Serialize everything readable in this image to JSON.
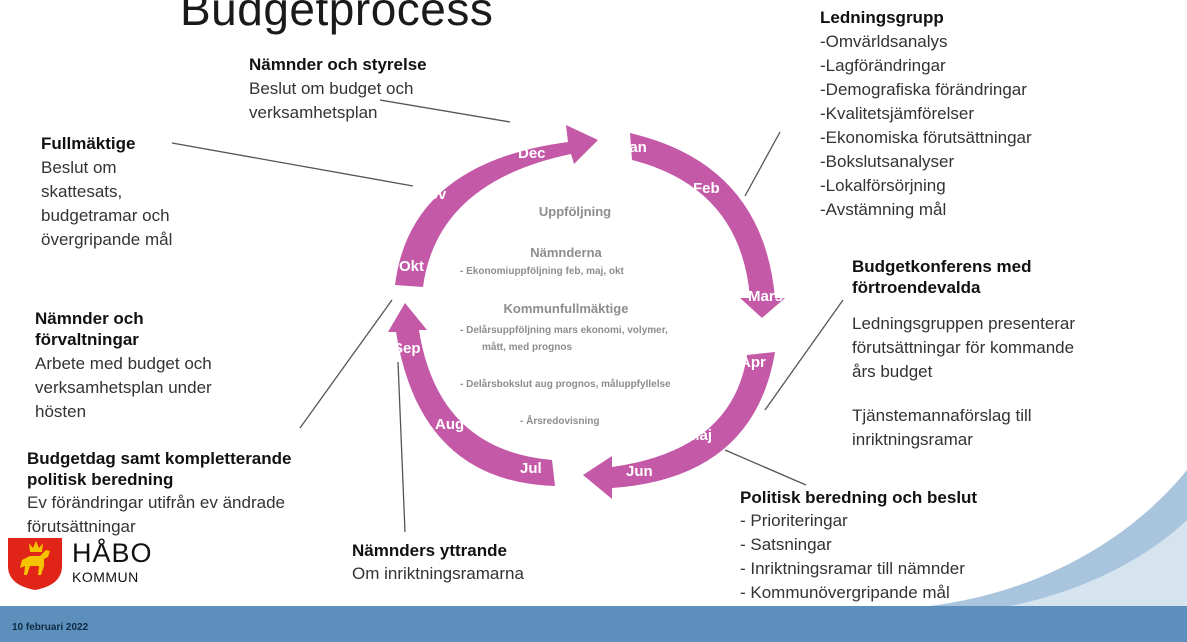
{
  "title": "Budgetprocess",
  "date": "10 februari 2022",
  "logo": {
    "name": "HÅBO",
    "sub": "KOMMUN"
  },
  "months": [
    "Jan",
    "Feb",
    "Mars",
    "Apr",
    "Maj",
    "Jun",
    "Jul",
    "Aug",
    "Sep",
    "Okt",
    "Nov",
    "Dec"
  ],
  "center": {
    "uppfoljning": "Uppföljning",
    "namnderna": "Nämnderna",
    "namnderna_item": "- Ekonomiuppföljning feb, maj, okt",
    "kf": "Kommunfullmäktige",
    "kf_item1a": "- Delårsuppföljning mars ekonomi, volymer,",
    "kf_item1b": "mått, med prognos",
    "kf_item2": "- Delårsbokslut aug prognos, måluppfyllelse",
    "kf_item3": "- Årsredovisning"
  },
  "namnder_styrelse": {
    "heading": "Nämnder och styrelse",
    "line1": "Beslut om budget och",
    "line2": "verksamhetsplan"
  },
  "fullmaktige": {
    "heading": "Fullmäktige",
    "line1": "Beslut om",
    "line2": "skattesats,",
    "line3": "budgetramar och",
    "line4": "övergripande mål"
  },
  "namnder_forvaltningar": {
    "heading1": "Nämnder och",
    "heading2": "förvaltningar",
    "line1": "Arbete med budget och",
    "line2": "verksamhetsplan under",
    "line3": "hösten"
  },
  "budgetdag": {
    "heading1": "Budgetdag samt kompletterande",
    "heading2": "politisk beredning",
    "line1": "Ev förändringar utifrån ev ändrade",
    "line2": "förutsättningar"
  },
  "namnders_yttrande": {
    "heading": "Nämnders yttrande",
    "line1": "Om inriktningsramarna"
  },
  "ledningsgrupp": {
    "heading": "Ledningsgrupp",
    "items": [
      "-Omvärldsanalys",
      "-Lagförändringar",
      "-Demografiska förändringar",
      "-Kvalitetsjämförelser",
      "-Ekonomiska förutsättningar",
      "-Bokslutsanalyser",
      "-Lokalförsörjning",
      "-Avstämning mål"
    ]
  },
  "budgetkonferens": {
    "heading1": "Budgetkonferens med",
    "heading2": "förtroendevalda",
    "line1": "Ledningsgruppen presenterar",
    "line2": "förutsättningar för kommande",
    "line3": "års budget",
    "line4": "Tjänstemannaförslag till",
    "line5": "inriktningsramar"
  },
  "politisk_beredning": {
    "heading": "Politisk beredning och beslut",
    "items": [
      "-  Prioriteringar",
      "-  Satsningar",
      "-  Inriktningsramar till nämnder",
      "-  Kommunövergripande mål"
    ]
  },
  "colors": {
    "arrow": "#c45aa7",
    "footer": "#5d8fbd",
    "text_center": "#8d8d8d"
  }
}
